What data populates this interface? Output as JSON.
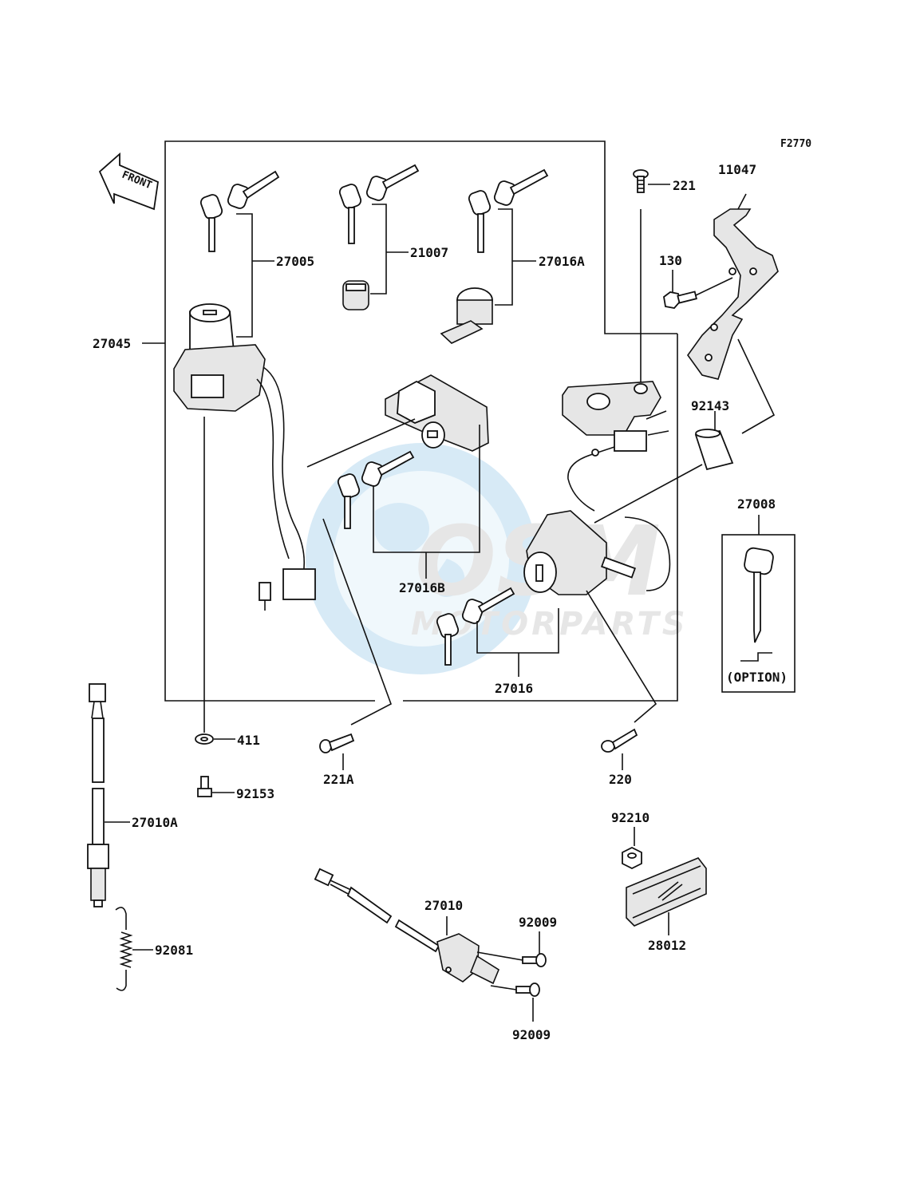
{
  "figure_code": "F2770",
  "front_label": "FRONT",
  "option_label": "(OPTION)",
  "watermark": {
    "brand": "OSM",
    "sub": "MOTORPARTS"
  },
  "labels": {
    "p27005": "27005",
    "p21007": "21007",
    "p27016A": "27016A",
    "p27045": "27045",
    "p27016B": "27016B",
    "p27016": "27016",
    "p221": "221",
    "p11047": "11047",
    "p130": "130",
    "p92143": "92143",
    "p27008": "27008",
    "p411": "411",
    "p92153": "92153",
    "p221A": "221A",
    "p220": "220",
    "p27010A": "27010A",
    "p92210": "92210",
    "p27010": "27010",
    "p92009a": "92009",
    "p92009b": "92009",
    "p28012": "28012",
    "p92081": "92081"
  }
}
